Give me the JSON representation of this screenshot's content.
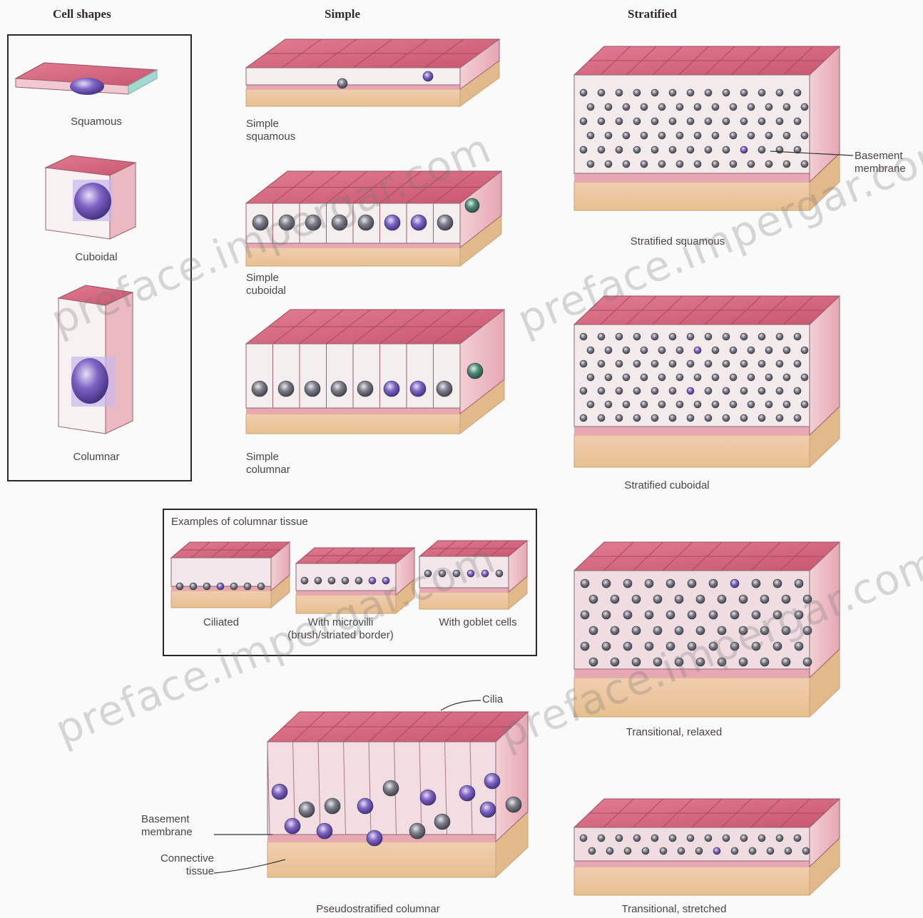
{
  "headers": {
    "cell_shapes": "Cell shapes",
    "simple": "Simple",
    "stratified": "Stratified"
  },
  "cell_shapes": {
    "squamous": "Squamous",
    "cuboidal": "Cuboidal",
    "columnar": "Columnar"
  },
  "simple": {
    "squamous": "Simple\nsquamous",
    "cuboidal": "Simple\ncuboidal",
    "columnar": "Simple\ncolumnar"
  },
  "stratified": {
    "squamous": "Stratified squamous",
    "basement": "Basement\nmembrane",
    "cuboidal": "Stratified cuboidal",
    "transitional_relaxed": "Transitional, relaxed",
    "transitional_stretched": "Transitional, stretched"
  },
  "examples": {
    "title": "Examples of columnar tissue",
    "ciliated": "Ciliated",
    "microvilli": "With microvilli\n(brush/striated border)",
    "goblet": "With goblet cells"
  },
  "pseudo": {
    "cilia": "Cilia",
    "basement": "Basement\nmembrane",
    "connective": "Connective\ntissue",
    "title": "Pseudostratified columnar"
  },
  "watermark": "preface.impergar.com",
  "colors": {
    "pink_top": "#d7667f",
    "pink_side": "#eab3bd",
    "cell_white": "#f0ecec",
    "nucleus": "#6c6c76",
    "nucleus_purple": "#7a5ab8",
    "basement": "#f2c9b4",
    "connective": "#efd2a6"
  }
}
